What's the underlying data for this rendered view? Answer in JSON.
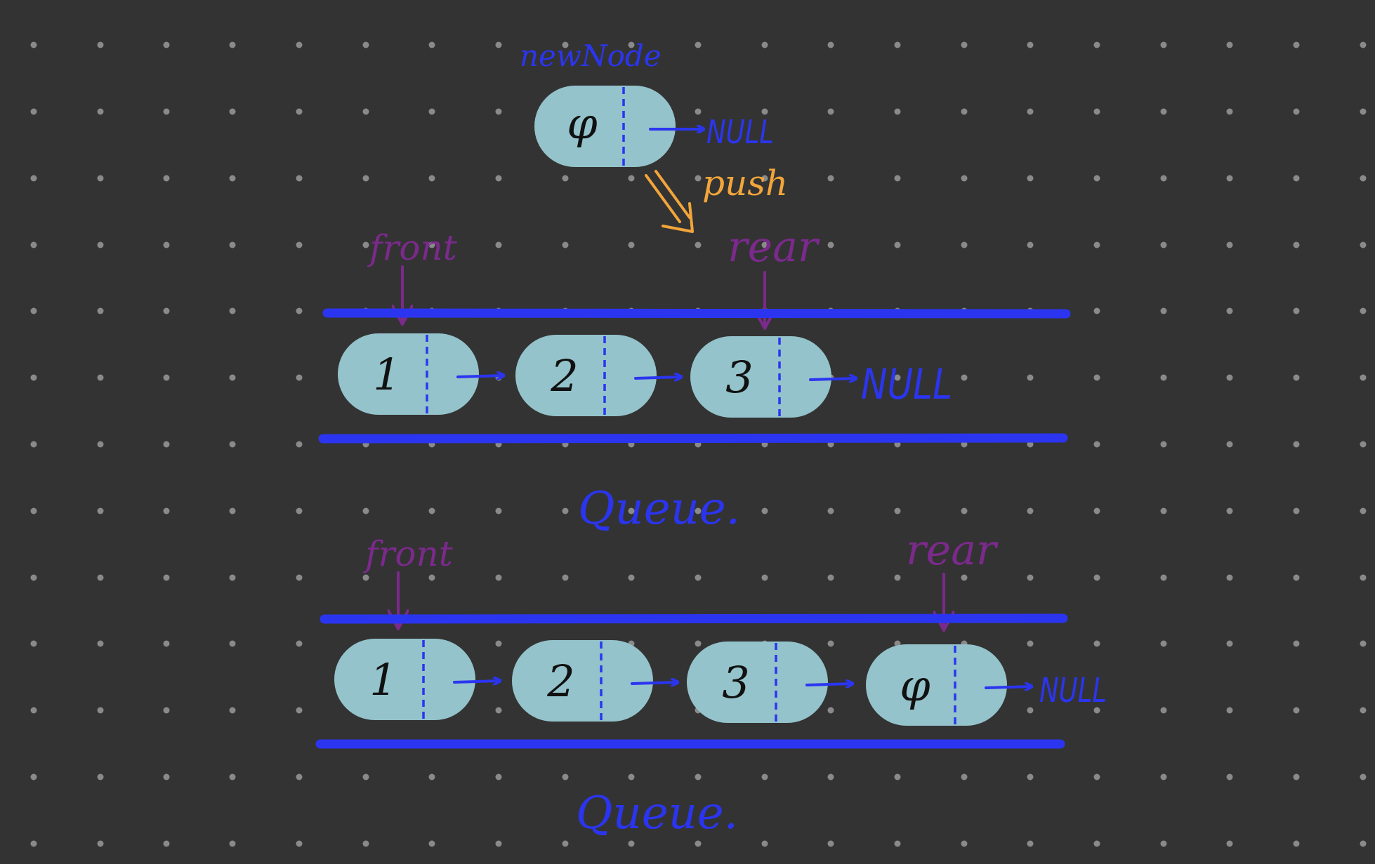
{
  "colors": {
    "background": "#333333",
    "grid_dot": "#8a8a8a",
    "node_fill": "#94c3cb",
    "pointer_blue": "#2b35f0",
    "label_purple": "#7b2a8c",
    "push_orange": "#f2a53a",
    "digit": "#111111"
  },
  "new_node": {
    "label": "newNode",
    "value": "φ",
    "null_text": "NULL"
  },
  "push_label": "push",
  "queue_before": {
    "front_label": "front",
    "rear_label": "rear",
    "nodes": [
      "1",
      "2",
      "3"
    ],
    "null_text": "NULL",
    "caption": "Queue."
  },
  "queue_after": {
    "front_label": "front",
    "rear_label": "rear",
    "nodes": [
      "1",
      "2",
      "3",
      "φ"
    ],
    "null_text": "NULL",
    "caption": "Queue."
  }
}
